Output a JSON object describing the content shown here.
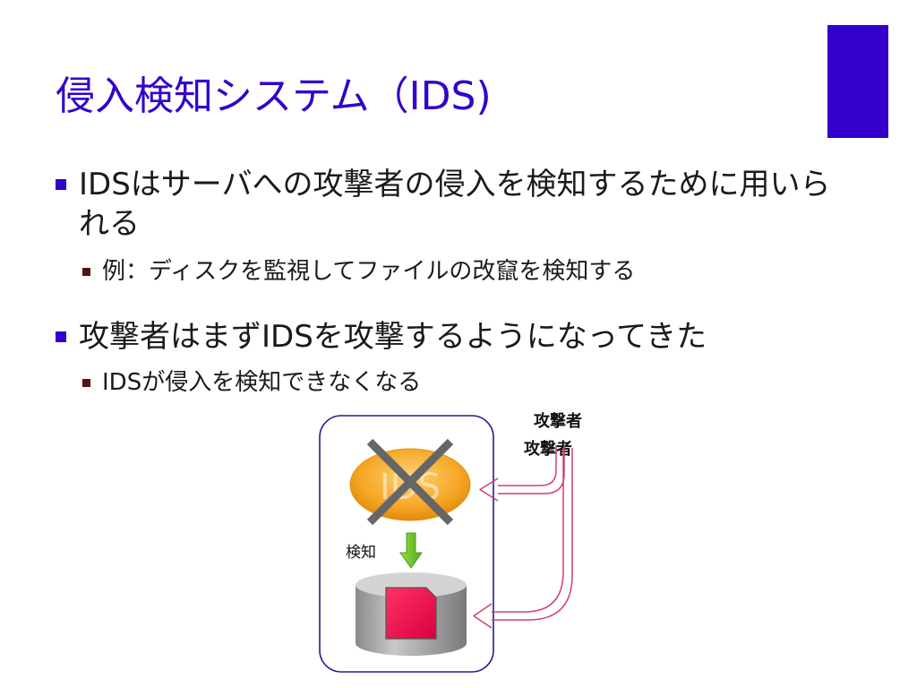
{
  "slide": {
    "title": "侵入検知システム（IDS)",
    "bullets": [
      {
        "text": "IDSはサーバへの攻撃者の侵入を検知するために用いられる",
        "sub": "例：ディスクを監視してファイルの改竄を検知する"
      },
      {
        "text": "攻撃者はまずIDSを攻撃するようになってきた",
        "sub": "IDSが侵入を検知できなくなる"
      }
    ]
  },
  "diagram": {
    "ids_label": "IDS",
    "detect_label": "検知",
    "attacker_label_1": "攻撃者",
    "attacker_label_2": "攻撃者"
  },
  "colors": {
    "title": "#3300cc",
    "accent_bar": "#3300cc",
    "server_border": "#2a1a8c",
    "ids_fill": "#f5a623",
    "cross": "#666666",
    "arrow_detect": "#77cc33",
    "disk": "#a6a6a6",
    "file": "#ee1155",
    "attack_arrow": "#d04070"
  }
}
